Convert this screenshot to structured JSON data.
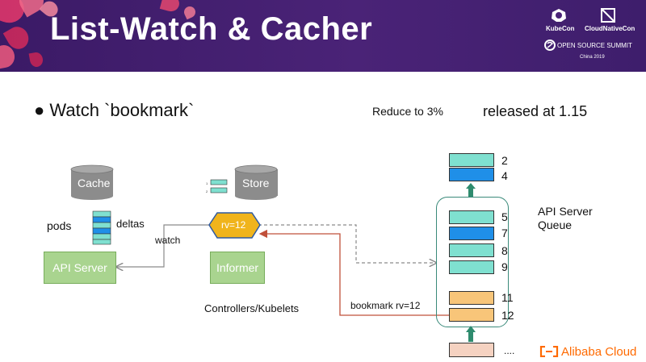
{
  "slide": {
    "title": "List-Watch & Cacher",
    "logos": {
      "kubecon": "KubeCon",
      "cloudnativecon": "CloudNativeCon",
      "summit": "OPEN SOURCE SUMMIT",
      "location": "China 2019"
    },
    "bullet": "Watch `bookmark`",
    "reduce_note": "Reduce to 3%",
    "release_note": "released at 1.15",
    "footer_brand": "Alibaba Cloud"
  },
  "diagram": {
    "cache_label": "Cache",
    "store_label": "Store",
    "pods_label": "pods",
    "deltas_label": "deltas",
    "watch_label": "watch",
    "api_server_label": "API Server",
    "informer_label": "Informer",
    "rv_label": "rv=12",
    "controllers_label": "Controllers/Kubelets",
    "bookmark_label": "bookmark rv=12",
    "queue_title_1": "API Server",
    "queue_title_2": "Queue",
    "queue_numbers": [
      "2",
      "4",
      "5",
      "7",
      "8",
      "9",
      "11",
      "12",
      "...."
    ],
    "colors": {
      "header": "#3b1a66",
      "green_box": "#a9d48f",
      "cylinder": "#8c8c8c",
      "teal": "#7fe0d0",
      "blue": "#1f8fe8",
      "orange": "#f8c579",
      "peach": "#f5d2c1",
      "arrow_red": "#c0503a",
      "arrow_green": "#2e8b6e",
      "brand_orange": "#ff6a00"
    }
  }
}
